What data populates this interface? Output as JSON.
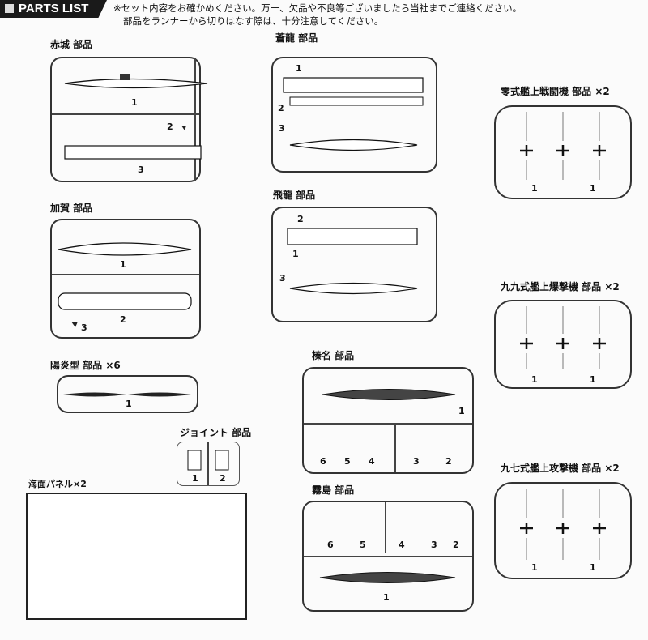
{
  "header": {
    "title": "PARTS LIST",
    "note_line1": "※セット内容をお確かめください。万一、欠品や不良等ございましたら当社までご連絡ください。",
    "note_line2": "部品をランナーから切りはなす際は、十分注意してください。"
  },
  "sprues": {
    "akagi": {
      "label": "赤城 部品",
      "nums": [
        "1",
        "2",
        "3"
      ]
    },
    "kaga": {
      "label": "加賀 部品",
      "nums": [
        "1",
        "2",
        "3"
      ]
    },
    "kagero": {
      "label": "陽炎型 部品 ×6",
      "nums": [
        "1"
      ]
    },
    "joint": {
      "label": "ジョイント 部品",
      "nums": [
        "1",
        "2"
      ]
    },
    "panel": {
      "label": "海面パネル×2"
    },
    "soryu": {
      "label": "蒼龍 部品",
      "nums": [
        "1",
        "2",
        "3"
      ]
    },
    "hiryu": {
      "label": "飛龍 部品",
      "nums": [
        "2",
        "1",
        "3"
      ]
    },
    "haruna": {
      "label": "榛名 部品",
      "nums": [
        "1",
        "6",
        "5",
        "4",
        "3",
        "2"
      ]
    },
    "kirishima": {
      "label": "霧島 部品",
      "nums": [
        "6",
        "5",
        "4",
        "3",
        "2",
        "1"
      ]
    },
    "zero": {
      "label": "零式艦上戦闘機 部品 ×2",
      "nums": [
        "1",
        "1"
      ]
    },
    "val": {
      "label": "九九式艦上爆撃機 部品 ×2",
      "nums": [
        "1",
        "1"
      ]
    },
    "kate": {
      "label": "九七式艦上攻撃機 部品 ×2",
      "nums": [
        "1",
        "1"
      ]
    }
  }
}
